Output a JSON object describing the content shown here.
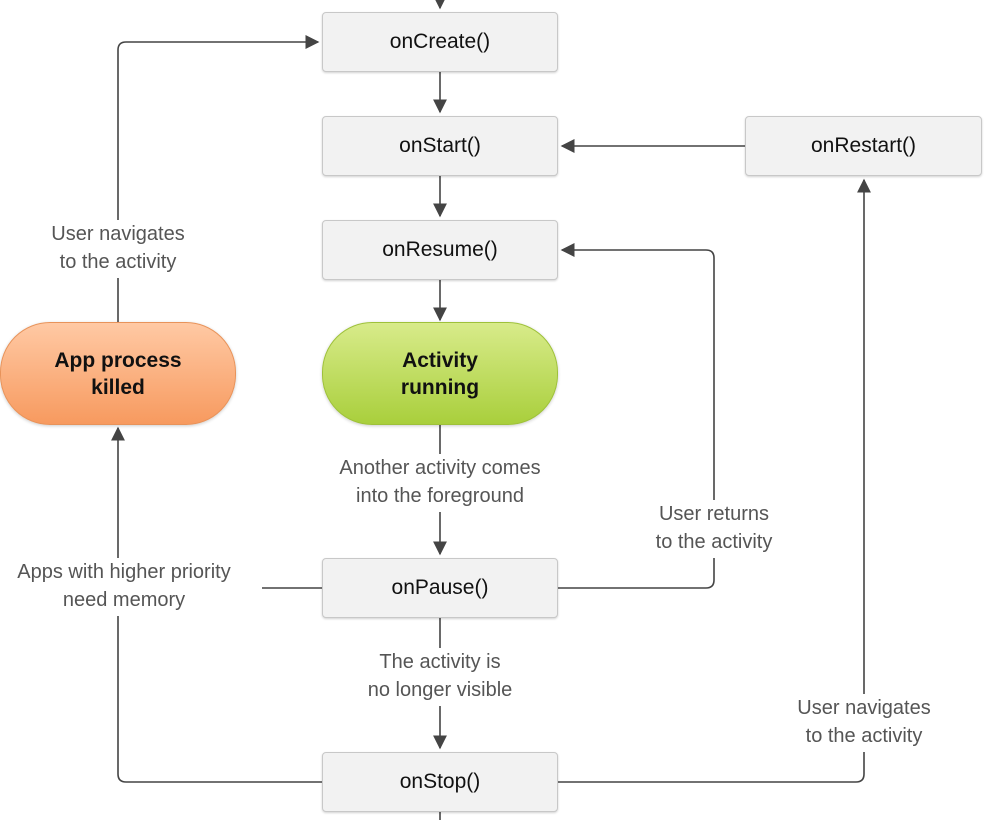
{
  "nodes": {
    "on_create": "onCreate()",
    "on_start": "onStart()",
    "on_restart": "onRestart()",
    "on_resume": "onResume()",
    "activity_running": "Activity\nrunning",
    "app_process_killed": "App process\nkilled",
    "on_pause": "onPause()",
    "on_stop": "onStop()"
  },
  "labels": {
    "user_navigates_left": "User navigates\nto the activity",
    "another_activity": "Another activity comes\ninto the foreground",
    "user_returns": "User returns\nto the activity",
    "higher_priority": "Apps with higher priority\nneed memory",
    "no_longer_visible": "The activity is\nno longer visible",
    "user_navigates_right": "User navigates\nto the activity"
  },
  "colors": {
    "box_fill": "#f2f2f2",
    "killed_fill": "#f79a5f",
    "running_fill": "#a9cf3c",
    "line": "#444444",
    "label_text": "#555555"
  }
}
